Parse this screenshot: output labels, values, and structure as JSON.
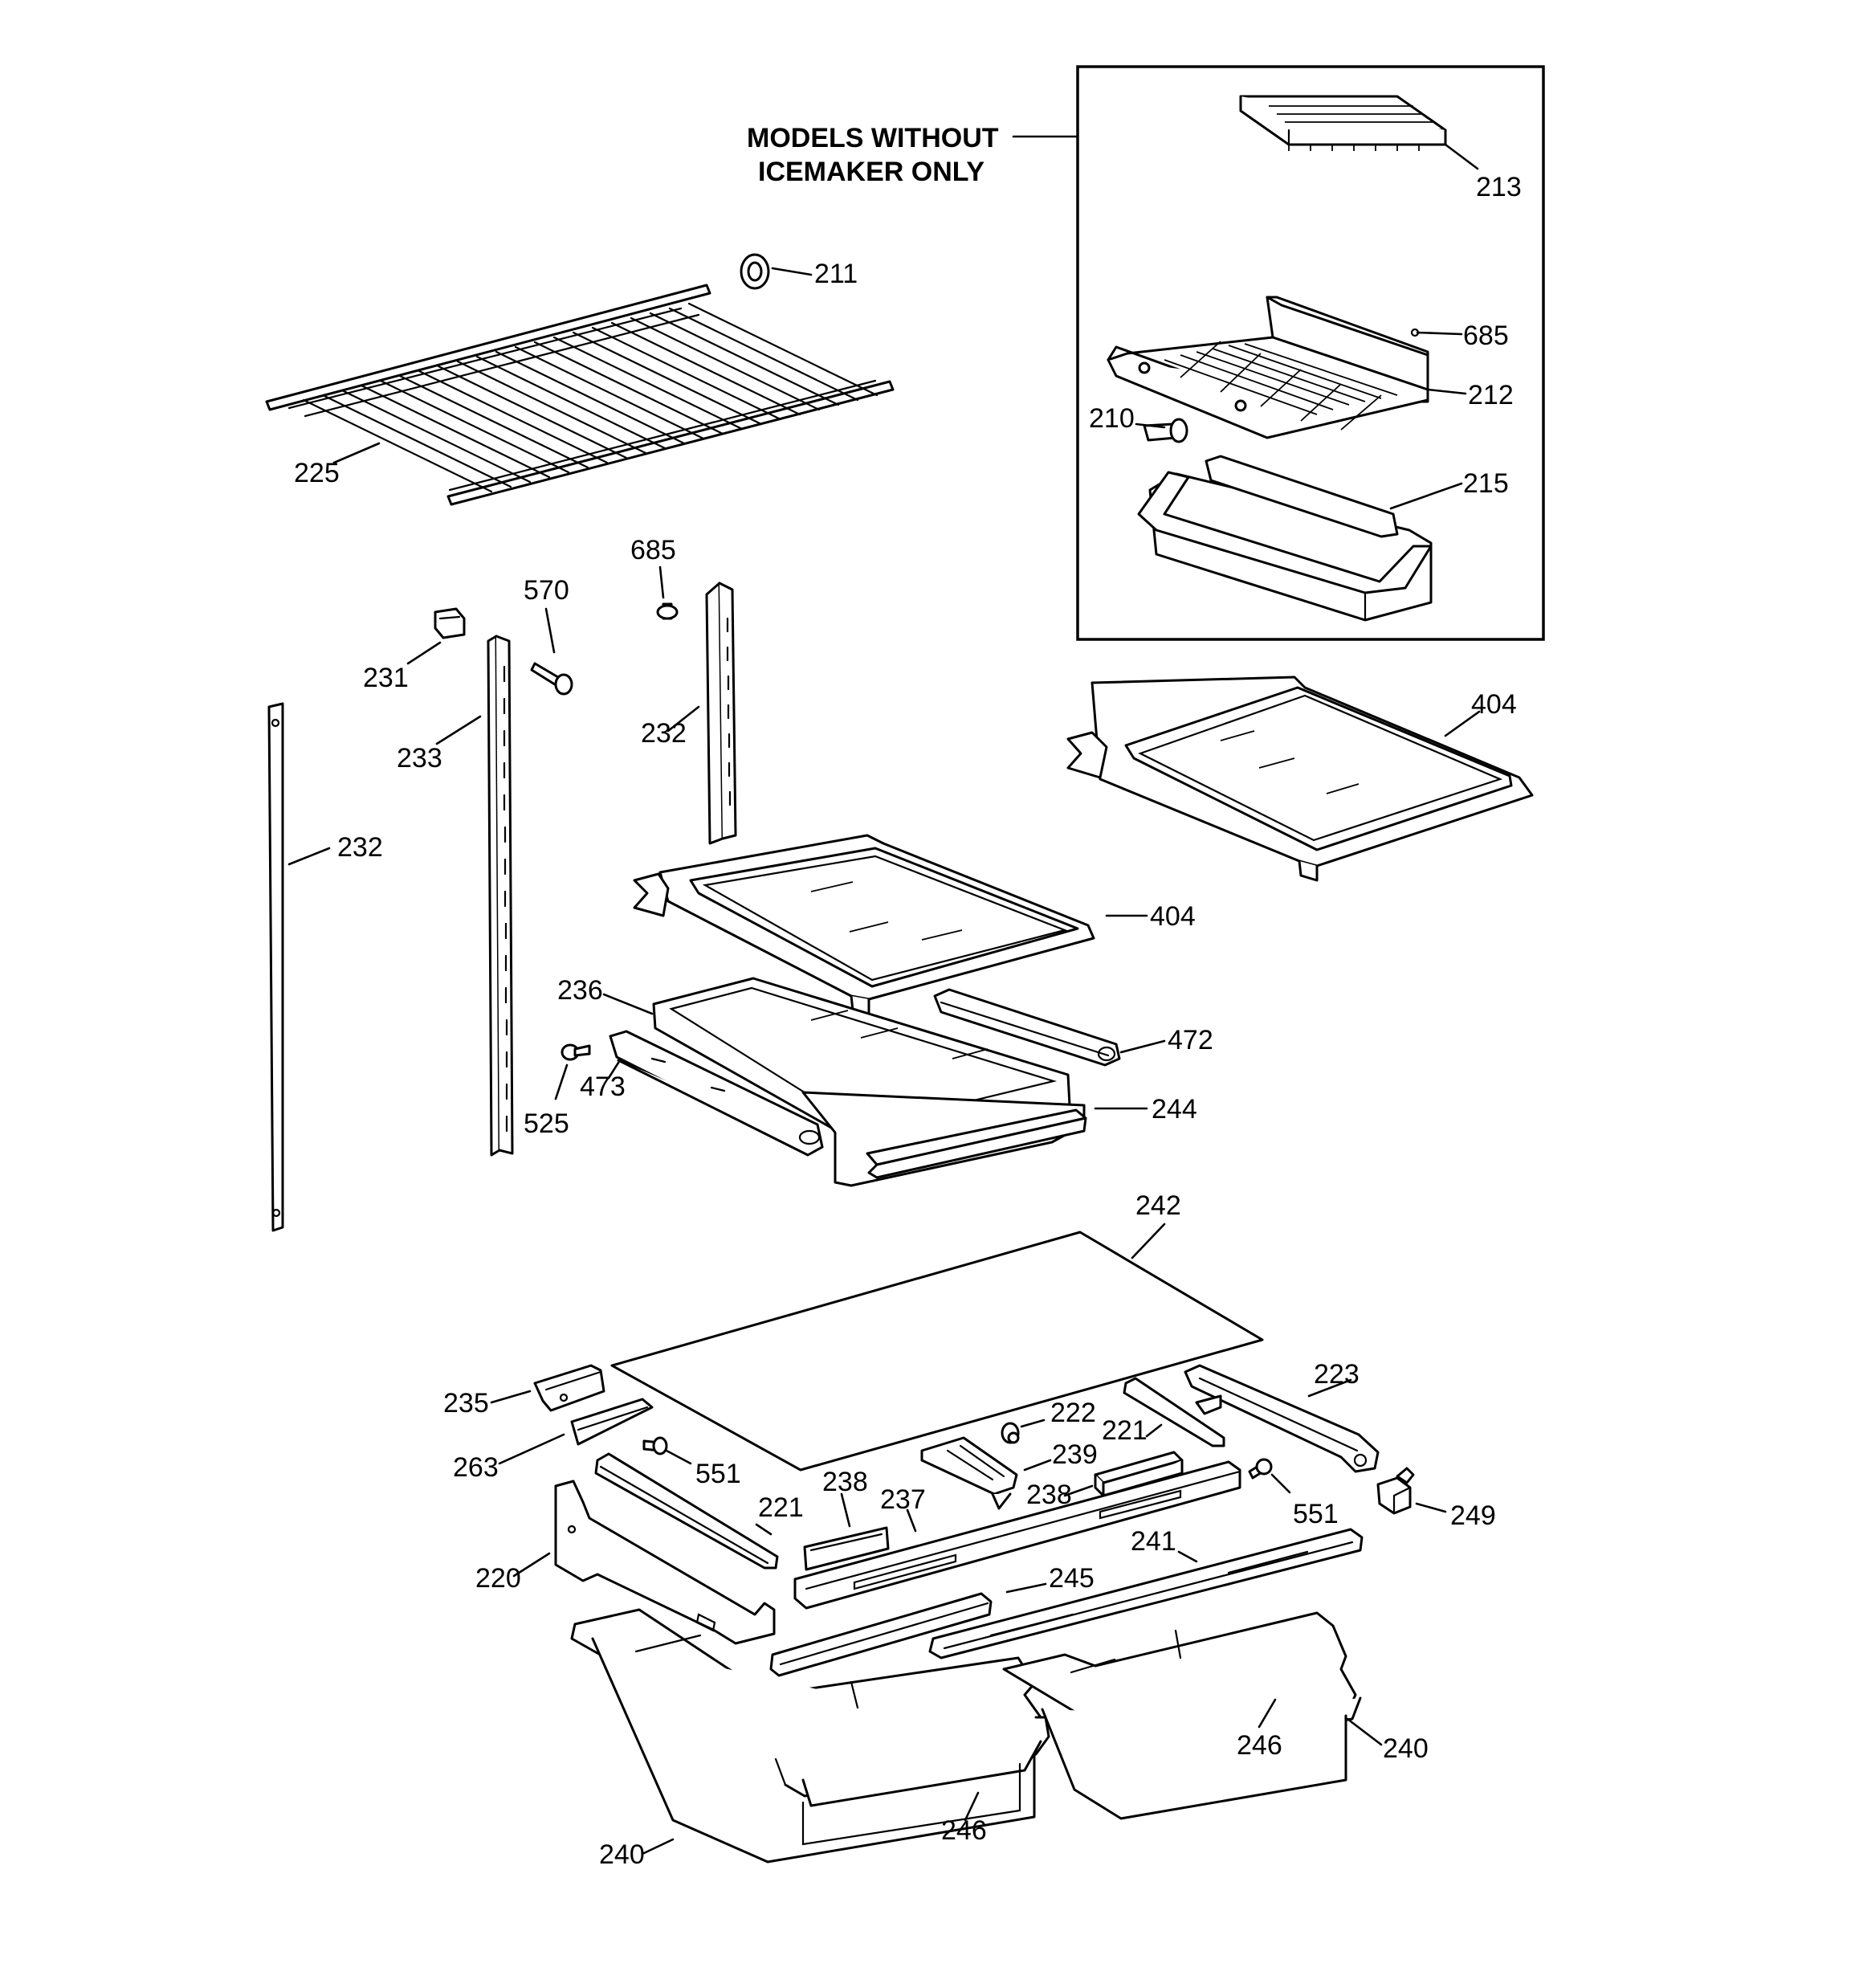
{
  "note": {
    "line1": "MODELS WITHOUT",
    "line2": "ICEMAKER ONLY"
  },
  "callouts": {
    "c213": "213",
    "c211": "211",
    "c685a": "685",
    "c212": "212",
    "c210": "210",
    "c215": "215",
    "c225": "225",
    "c685b": "685",
    "c570": "570",
    "c231": "231",
    "c232a": "232",
    "c233": "233",
    "c232b": "232",
    "c404a": "404",
    "c404b": "404",
    "c236": "236",
    "c472": "472",
    "c473": "473",
    "c525": "525",
    "c244": "244",
    "c242": "242",
    "c235": "235",
    "c223": "223",
    "c222": "222",
    "c263": "263",
    "c239": "239",
    "c221a": "221",
    "c551a": "551",
    "c238a": "238",
    "c238b": "238",
    "c551b": "551",
    "c249": "249",
    "c221b": "221",
    "c237": "237",
    "c241": "241",
    "c220": "220",
    "c245": "245",
    "c246a": "246",
    "c240a": "240",
    "c246b": "246",
    "c240b": "240"
  }
}
